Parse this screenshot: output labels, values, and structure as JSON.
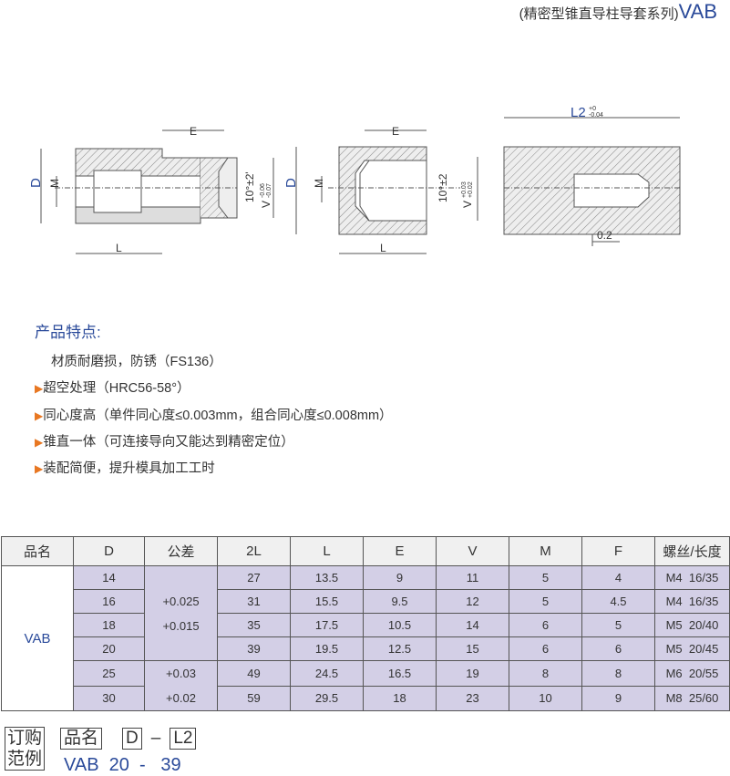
{
  "title": {
    "prefix": "(精密型锥直导柱导套系列)",
    "code": "VAB"
  },
  "drawings": {
    "d": "D",
    "m": "M",
    "e": "E",
    "l": "L",
    "angle": "10°±2'",
    "angle2": "10°±2",
    "v": "V",
    "v_tol1": [
      "-0.06",
      "-0.07"
    ],
    "v_tol2": [
      "+0.03",
      "+0.02"
    ],
    "l2": "L2",
    "l2_tol": [
      "+0",
      "-0.04"
    ],
    "gap": "0.2"
  },
  "features": {
    "title": "产品特点:",
    "items": [
      "材质耐磨损，防锈（FS136）",
      "超空处理（HRC56-58°）",
      "同心度高（单件同心度≤0.003mm，组合同心度≤0.008mm）",
      "锥直一体（可连接导向又能达到精密定位）",
      "装配简便，提升模具加工工时"
    ]
  },
  "table": {
    "headers": [
      "品名",
      "D",
      "公差",
      "2L",
      "L",
      "E",
      "V",
      "M",
      "F",
      "螺丝/长度"
    ],
    "name": "VAB",
    "tol": [
      "+0.025\n+0.015",
      "+0.03\n+0.02"
    ],
    "rows": [
      [
        "14",
        "27",
        "13.5",
        "9",
        "11",
        "5",
        "4",
        "M4  16/35"
      ],
      [
        "16",
        "31",
        "15.5",
        "9.5",
        "12",
        "5",
        "4.5",
        "M4  16/35"
      ],
      [
        "18",
        "35",
        "17.5",
        "10.5",
        "14",
        "6",
        "5",
        "M5  20/40"
      ],
      [
        "20",
        "39",
        "19.5",
        "12.5",
        "15",
        "6",
        "6",
        "M5  20/45"
      ],
      [
        "25",
        "49",
        "24.5",
        "16.5",
        "19",
        "8",
        "8",
        "M6  20/55"
      ],
      [
        "30",
        "59",
        "29.5",
        "18",
        "23",
        "10",
        "9",
        "M8  25/60"
      ]
    ]
  },
  "order": {
    "label1": "订购",
    "label2": "范例",
    "f1": "品名",
    "f2": "D",
    "dash": "–",
    "f3": "L2",
    "ex": [
      "VAB",
      "20",
      "-",
      "39"
    ]
  }
}
